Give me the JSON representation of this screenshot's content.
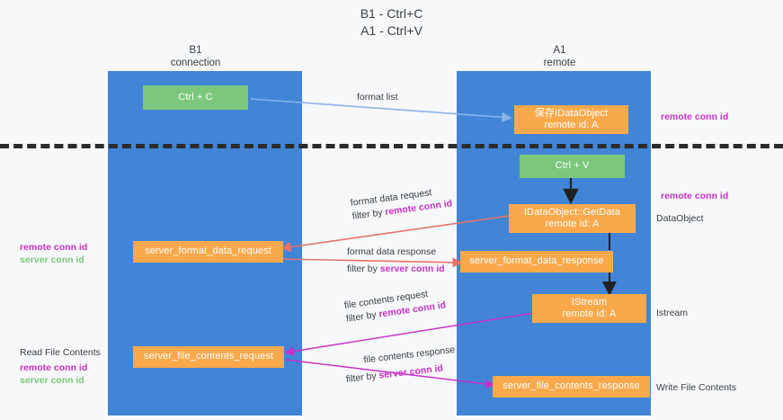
{
  "title": "B1 - Ctrl+C\nA1 - Ctrl+V",
  "columns": {
    "left": {
      "header": "B1\nconnection"
    },
    "right": {
      "header": "A1\nremote"
    }
  },
  "nodes": {
    "ctrl_c": {
      "label": "Ctrl + C"
    },
    "save_idataobject": {
      "label": "保存IDataObject\nremote id: A"
    },
    "ctrl_v": {
      "label": "Ctrl + V"
    },
    "getdata": {
      "label": "IDataObject::GetData\nremote id: A"
    },
    "server_format_data_request": {
      "label": "server_format_data_request"
    },
    "server_format_data_response": {
      "label": "server_format_data_response"
    },
    "istream": {
      "label": "IStream\nremote id: A"
    },
    "server_file_contents_request": {
      "label": "server_file_contents_request"
    },
    "server_file_contents_response": {
      "label": "server_file_contents_response"
    }
  },
  "edges": {
    "format_list": {
      "label": "format list"
    },
    "format_data_request": {
      "line1": "format data request",
      "filter_prefix": "filter by ",
      "filter_key": "remote conn id"
    },
    "format_data_response": {
      "line1": "format data response",
      "filter_prefix": "filter by ",
      "filter_key": "server conn id"
    },
    "file_contents_request": {
      "line1": "file contents request",
      "filter_prefix": "filter by ",
      "filter_key": "remote conn id"
    },
    "file_contents_response": {
      "line1": "file contents response",
      "filter_prefix": "filter by ",
      "filter_key": "server conn id"
    }
  },
  "annotations": {
    "right_remote_conn_id_top": "remote conn id",
    "right_remote_conn_id_mid": "remote conn id",
    "right_dataobject": "DataObject",
    "right_istream": "Istream",
    "right_write_file_contents": "Write File Contents",
    "left_conn_ids": {
      "remote": "remote conn id",
      "server": "server conn id"
    },
    "left_read_file_contents": "Read File Contents",
    "left_conn_ids_2": {
      "remote": "remote conn id",
      "server": "server conn id"
    }
  },
  "colors": {
    "lane": "#4285d6",
    "green": "#7bc87c",
    "orange": "#f9a94b",
    "magenta": "#c832c8",
    "red_arrow": "#e8736a",
    "blue_arrow": "#8ab4e8",
    "dark_arrow": "#212121",
    "background": "#f7f8fa"
  }
}
